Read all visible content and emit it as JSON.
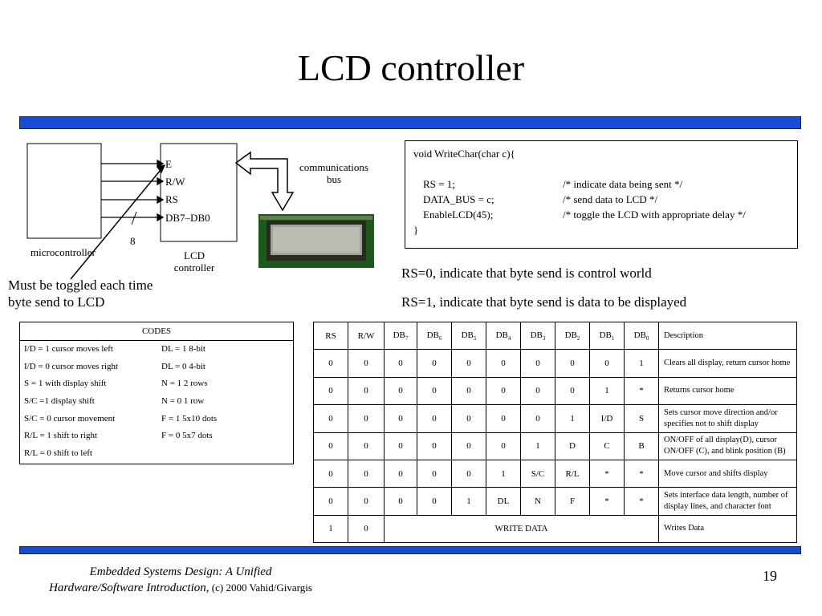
{
  "title": "LCD controller",
  "diagram": {
    "pins": [
      "E",
      "R/W",
      "RS",
      "DB7–DB0"
    ],
    "bus_width": "8",
    "microcontroller_label": "microcontroller",
    "lcd_controller_label_1": "LCD",
    "lcd_controller_label_2": "controller",
    "comm_bus_1": "communications",
    "comm_bus_2": "bus"
  },
  "note": {
    "line1": "Must be toggled each time",
    "line2": "byte send to LCD"
  },
  "code": [
    {
      "stmt": "void WriteChar(char c){",
      "comment": ""
    },
    {
      "stmt": "",
      "comment": ""
    },
    {
      "stmt": "RS = 1;",
      "comment": "/* indicate data being sent */"
    },
    {
      "stmt": "DATA_BUS = c;",
      "comment": "/* send data to LCD */"
    },
    {
      "stmt": "EnableLCD(45);",
      "comment": "/* toggle the LCD with appropriate delay */"
    },
    {
      "stmt": "}",
      "comment": ""
    }
  ],
  "rs_notes": {
    "rs0": "RS=0, indicate that byte send is control world",
    "rs1": "RS=1, indicate that byte send is data to be displayed"
  },
  "codes": {
    "header": "CODES",
    "rows": [
      [
        "I/D = 1 cursor moves left",
        "DL = 1 8-bit"
      ],
      [
        "I/D = 0 cursor moves right",
        "DL = 0 4-bit"
      ],
      [
        "S = 1 with display shift",
        "N = 1 2 rows"
      ],
      [
        "S/C =1 display shift",
        "N = 0 1 row"
      ],
      [
        "S/C = 0 cursor movement",
        "F = 1 5x10 dots"
      ],
      [
        "R/L = 1 shift to right",
        "F = 0 5x7 dots"
      ],
      [
        "R/L = 0 shift to left",
        ""
      ]
    ]
  },
  "command_table": {
    "headers": [
      "RS",
      "R/W",
      "DB",
      "DB",
      "DB",
      "DB",
      "DB",
      "DB",
      "DB",
      "DB",
      "Description"
    ],
    "header_subs": [
      "",
      "",
      "7",
      "6",
      "5",
      "4",
      "3",
      "2",
      "1",
      "0",
      ""
    ],
    "rows": [
      [
        "0",
        "0",
        "0",
        "0",
        "0",
        "0",
        "0",
        "0",
        "0",
        "1",
        "Clears all display, return cursor home"
      ],
      [
        "0",
        "0",
        "0",
        "0",
        "0",
        "0",
        "0",
        "0",
        "1",
        "*",
        "Returns cursor home"
      ],
      [
        "0",
        "0",
        "0",
        "0",
        "0",
        "0",
        "0",
        "1",
        "I/D",
        "S",
        "Sets cursor move direction and/or specifies not to shift display"
      ],
      [
        "0",
        "0",
        "0",
        "0",
        "0",
        "0",
        "1",
        "D",
        "C",
        "B",
        "ON/OFF of all display(D), cursor ON/OFF (C), and blink position (B)"
      ],
      [
        "0",
        "0",
        "0",
        "0",
        "0",
        "1",
        "S/C",
        "R/L",
        "*",
        "*",
        "Move cursor and shifts display"
      ],
      [
        "0",
        "0",
        "0",
        "0",
        "1",
        "DL",
        "N",
        "F",
        "*",
        "*",
        "Sets interface data length, number of display lines, and character font"
      ]
    ],
    "write_row": {
      "rs": "1",
      "rw": "0",
      "label": "WRITE DATA",
      "desc": "Writes Data"
    }
  },
  "footer": {
    "line1": "Embedded Systems Design: A Unified",
    "line2_italic": "Hardware/Software Introduction,",
    "line2_rest": " (c) 2000 Vahid/Givargis",
    "page": "19"
  }
}
